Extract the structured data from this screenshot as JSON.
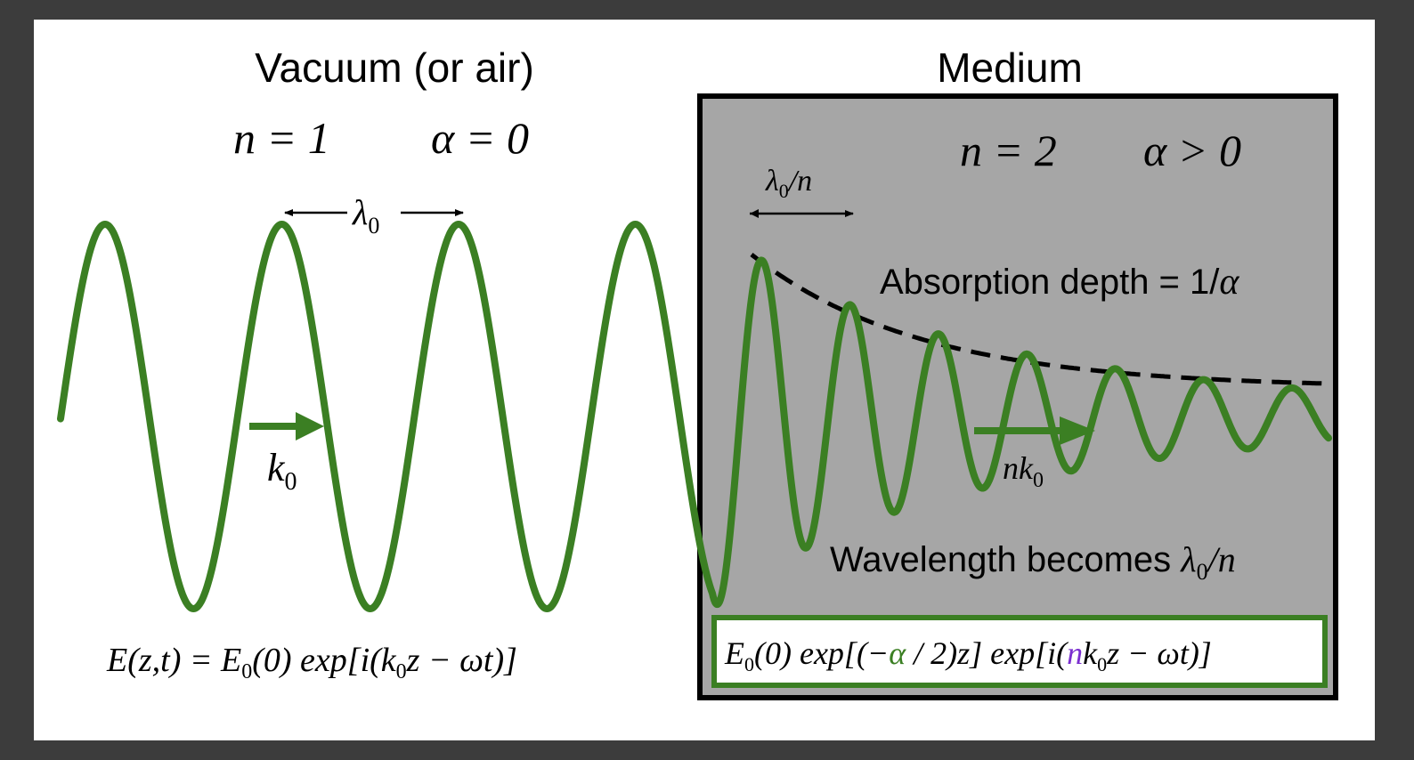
{
  "vacuum": {
    "title": "Vacuum (or air)",
    "n_label": "n = 1",
    "alpha_label": "α = 0",
    "wavelength_label": "λ",
    "wavelength_sub": "0",
    "k_label": "k",
    "k_sub": "0",
    "equation": {
      "part1": "E(z,t) = E",
      "sub1": "0",
      "part2": "(0) exp[i(k",
      "sub2": "0",
      "part3": "z − ωt)]"
    }
  },
  "medium": {
    "title": "Medium",
    "n_label": "n = 2",
    "alpha_label": "α > 0",
    "wavelength_label_a": "λ",
    "wavelength_label_sub": "0",
    "wavelength_label_b": "/n",
    "absorption_text": "Absorption depth = 1/",
    "absorption_symbol": "α",
    "wavelength_text": "Wavelength becomes ",
    "wavelength_sym": "λ",
    "wavelength_sub": "0",
    "wavelength_tail": "/n",
    "nk_label": "nk",
    "nk_sub": "0",
    "equation": {
      "e": "E",
      "e_sub": "0",
      "p1": "(0) exp[(−",
      "alpha": "α",
      "p2": " / 2)z]  exp[i(",
      "n": "n",
      "k": "k",
      "k_sub": "0",
      "p3": "z − ωt)]"
    }
  },
  "colors": {
    "wave": "#3b7f23",
    "medium_fill": "#a6a6a6",
    "alpha_green": "#3b7f23",
    "n_purple": "#7b2fd0",
    "frame": "#3c3c3c"
  }
}
